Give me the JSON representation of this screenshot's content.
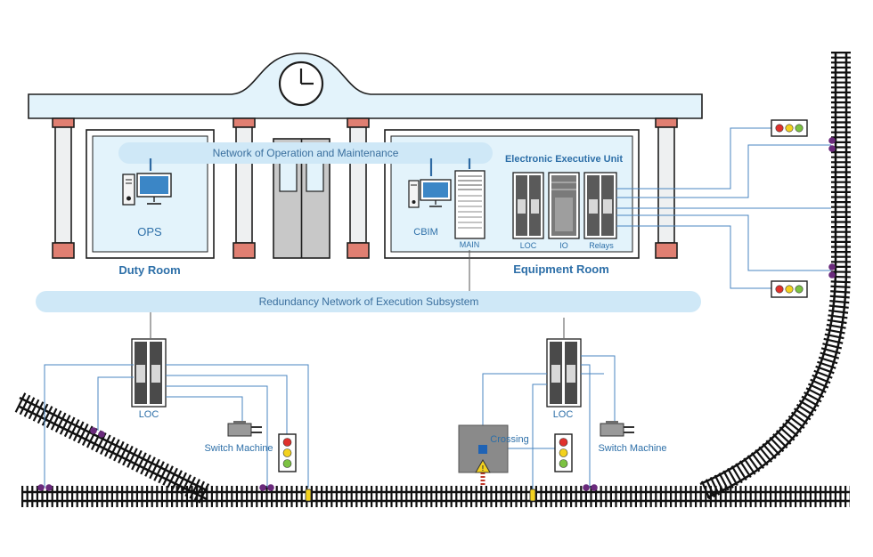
{
  "labels": {
    "net_operation": "Network of Operation and Maintenance",
    "net_redundancy": "Redundancy Network of Execution Subsystem",
    "eeu": "Electronic Executive Unit",
    "ops": "OPS",
    "cbim": "CBIM",
    "main": "MAIN",
    "loc": "LOC",
    "io": "IO",
    "relays": "Relays",
    "duty_room": "Duty Room",
    "equipment_room": "Equipment Room",
    "loc_left": "LOC",
    "loc_right": "LOC",
    "switch_left": "Switch Machine",
    "switch_right": "Switch Machine",
    "crossing": "Crossing"
  },
  "colors": {
    "building_fill": "#e3f3fb",
    "network_band": "#cfe8f7",
    "capital": "#e07f72",
    "wire": "#4a86c0",
    "signal_red": "#e0312c",
    "signal_yellow": "#f3d21e",
    "signal_green": "#7cc242",
    "sensor": "#6a2a7c"
  },
  "icons": {
    "clock": "clock-icon",
    "computer": "computer-icon",
    "server": "server-rack-icon",
    "signal": "traffic-signal-icon",
    "switch_machine": "switch-machine-icon",
    "warning": "warning-triangle-icon"
  }
}
